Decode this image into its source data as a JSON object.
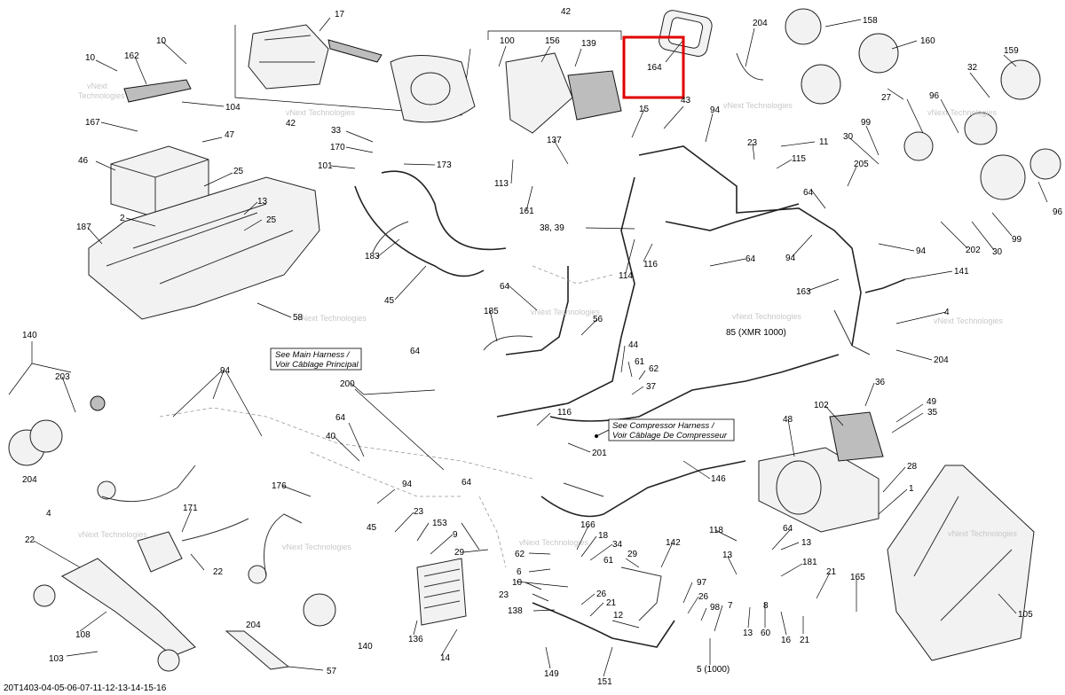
{
  "drawing_id": "20T1403-04-05-06-07-11-12-13-14-15-16",
  "notes": {
    "main_harness": [
      "See Main Harness /",
      "Voir Câblage Principal"
    ],
    "compressor_harness": [
      "See Compressor Harness /",
      "Voir Câblage De Compresseur"
    ]
  },
  "watermark": [
    "vNext",
    "Technologies"
  ],
  "watermark_single": "vNext Technologies",
  "callouts": {
    "c17": "17",
    "c42a": "42",
    "c42b": "42",
    "c10a": "10",
    "c10b": "10",
    "c162": "162",
    "c104": "104",
    "c167": "167",
    "c47": "47",
    "c46": "46",
    "c25a": "25",
    "c25b": "25",
    "c13a": "13",
    "c2": "2",
    "c187": "187",
    "c58": "58",
    "c100": "100",
    "c156": "156",
    "c139": "139",
    "c164": "164",
    "c43": "43",
    "c204a": "204",
    "c158": "158",
    "c160": "160",
    "c159": "159",
    "c32": "32",
    "c27": "27",
    "c96a": "96",
    "c96b": "96",
    "c99a": "99",
    "c99b": "99",
    "c30a": "30",
    "c30b": "30",
    "c205": "205",
    "c202": "202",
    "c94a": "94",
    "c94b": "94",
    "c94c": "94",
    "c94d": "94",
    "c23a": "23",
    "c11": "11",
    "c115": "115",
    "c33": "33",
    "c170": "170",
    "c101": "101",
    "c173": "173",
    "c137": "137",
    "c113": "113",
    "c161": "161",
    "c15": "15",
    "c3839": "38, 39",
    "c114": "114",
    "c116a": "116",
    "c64a": "64",
    "c64b": "64",
    "c64c": "64",
    "c64d": "64",
    "c64e": "64",
    "c64f": "64",
    "c64g": "64",
    "c163": "163",
    "c141": "141",
    "c183": "183",
    "c45a": "45",
    "c45b": "45",
    "c185": "185",
    "c56": "56",
    "c140a": "140",
    "c140b": "140",
    "c203": "203",
    "c4a": "4",
    "c4b": "4",
    "c204b": "204",
    "c204c": "204",
    "c204d": "204",
    "c85": "85 (XMR 1000)",
    "c44": "44",
    "c61a": "61",
    "c61b": "61",
    "c62a": "62",
    "c62b": "62",
    "c37": "37",
    "c36": "36",
    "c49": "49",
    "c35": "35",
    "c102": "102",
    "c48": "48",
    "c200": "200",
    "c116b": "116",
    "c40": "40",
    "c201": "201",
    "c146": "146",
    "c28": "28",
    "c1": "1",
    "c176": "176",
    "c171": "171",
    "c22a": "22",
    "c22b": "22",
    "c108": "108",
    "c103": "103",
    "c57": "57",
    "c23b": "23",
    "c23c": "23",
    "c153": "153",
    "c9": "9",
    "c29a": "29",
    "c29b": "29",
    "c136": "136",
    "c14": "14",
    "c166": "166",
    "c18": "18",
    "c34": "34",
    "c6": "6",
    "c10c": "10",
    "c26a": "26",
    "c26b": "26",
    "c138": "138",
    "c21a": "21",
    "c21b": "21",
    "c21c": "21",
    "c12": "12",
    "c149": "149",
    "c151": "151",
    "c142": "142",
    "c97": "97",
    "c98": "98",
    "c7": "7",
    "c5": "5 (1000)",
    "c118": "118",
    "c13b": "13",
    "c13c": "13",
    "c13d": "13",
    "c8": "8",
    "c60": "60",
    "c16": "16",
    "c181": "181",
    "c165": "165",
    "c105": "105"
  },
  "highlight": {
    "color": "#e00000",
    "target": "164"
  }
}
